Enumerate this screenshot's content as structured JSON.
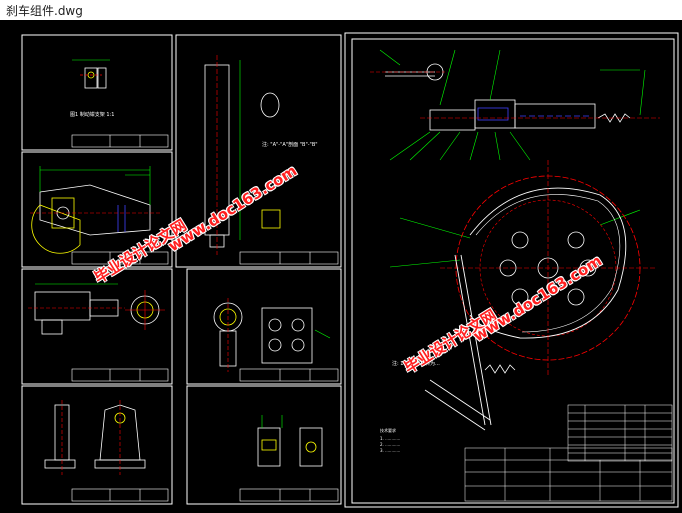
{
  "window": {
    "title": "刹车组件.dwg"
  },
  "watermarks": [
    {
      "text": "毕业设计论文网"
    },
    {
      "text": "www.doc163.com"
    }
  ],
  "colors": {
    "background": "#000000",
    "frame": "#ffffff",
    "dim": "#00ff00",
    "part": "#ffff00",
    "center": "#ff0000",
    "blue": "#4040ff",
    "watermark": "#ff2020"
  }
}
